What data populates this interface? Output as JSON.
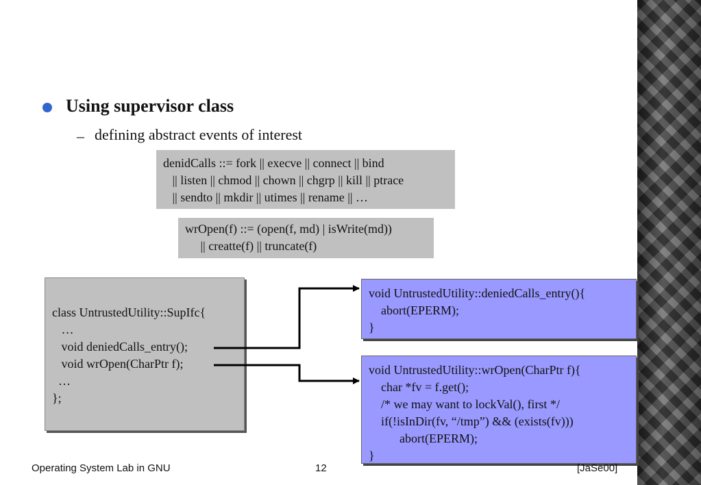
{
  "bullet": {
    "title": "Using supervisor class",
    "dash": "–",
    "subtitle": "defining abstract events of interest"
  },
  "box_denied": {
    "lines": [
      "denidCalls ::= fork || execve || connect || bind",
      "   || listen || chmod || chown || chgrp || kill || ptrace",
      "   || sendto || mkdir || utimes || rename || …"
    ]
  },
  "box_wropen": {
    "lines": [
      "wrOpen(f) ::= (open(f, md) | isWrite(md))",
      "     || creatte(f) || truncate(f)"
    ]
  },
  "class_box": {
    "lines": [
      "class UntrustedUtility::SupIfc{",
      "   …",
      "   void deniedCalls_entry();",
      "   void wrOpen(CharPtr f);",
      "  …",
      "};"
    ]
  },
  "blue_denied": {
    "lines": [
      "void UntrustedUtility::deniedCalls_entry(){",
      "    abort(EPERM);",
      "}"
    ]
  },
  "blue_wropen": {
    "lines": [
      "void UntrustedUtility::wrOpen(CharPtr f){",
      "    char *fv = f.get();",
      "    /* we may want to lockVal(), first */",
      "    if(!isInDir(fv, “/tmp”) && (exists(fv)))",
      "          abort(EPERM);",
      "}"
    ]
  },
  "footer": {
    "left": "Operating System Lab in GNU",
    "page": "12",
    "right": "[JaSe00]"
  },
  "colors": {
    "bullet": "#3366cc",
    "gray_box": "#c0c0c0",
    "blue_box": "#9999ff"
  }
}
